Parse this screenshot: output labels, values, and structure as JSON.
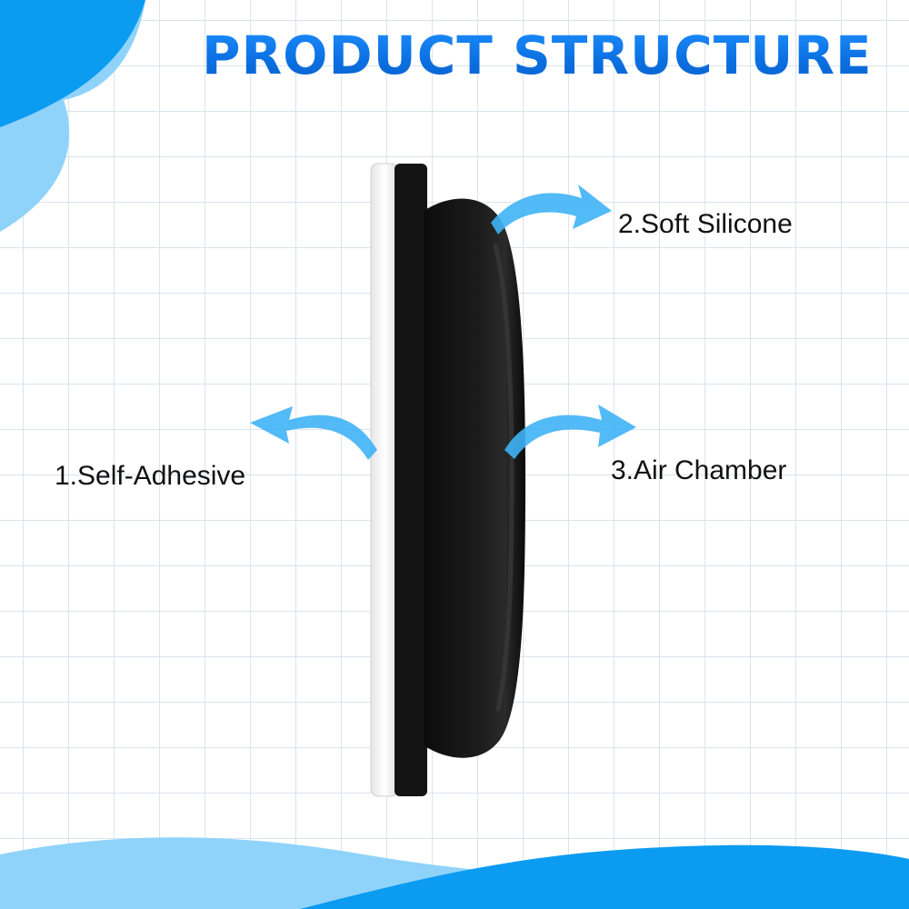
{
  "title": "PRODUCT STRUCTURE",
  "labels": {
    "self_adhesive": "1.Self-Adhesive",
    "soft_silicone": "2.Soft Silicone",
    "air_chamber": "3.Air Chamber"
  },
  "colors": {
    "title_blue": "#0a6fe0",
    "blob_blue": "#0b9bf0",
    "blob_light_blue": "#8fd3fb",
    "arrow_blue": "#3fb2f5",
    "product_black": "#141414",
    "adhesive_white": "#f4f4f4"
  }
}
